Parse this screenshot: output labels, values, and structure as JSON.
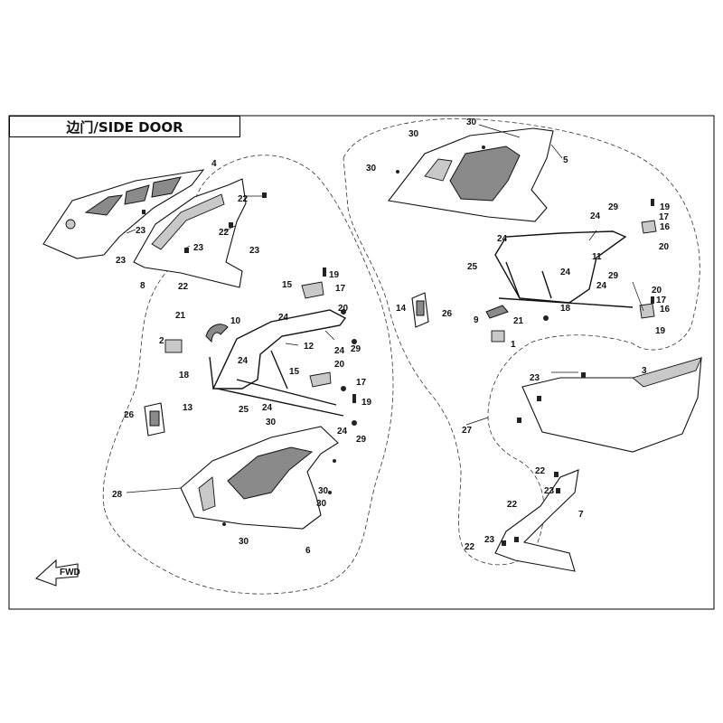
{
  "title": "边门/SIDE DOOR",
  "direction_label": "FWD",
  "callouts": {
    "c1": "1",
    "c2": "2",
    "c3": "3",
    "c4": "4",
    "c5": "5",
    "c6": "6",
    "c7": "7",
    "c8": "8",
    "c9": "9",
    "c10": "10",
    "c11": "11",
    "c12": "12",
    "c13": "13",
    "c14": "14",
    "c15": "15",
    "c16": "16",
    "c17": "17",
    "c18": "18",
    "c19": "19",
    "c20": "20",
    "c21": "21",
    "c22": "22",
    "c23": "23",
    "c24": "24",
    "c25": "25",
    "c26": "26",
    "c27": "27",
    "c28": "28",
    "c29": "29",
    "c30": "30"
  }
}
